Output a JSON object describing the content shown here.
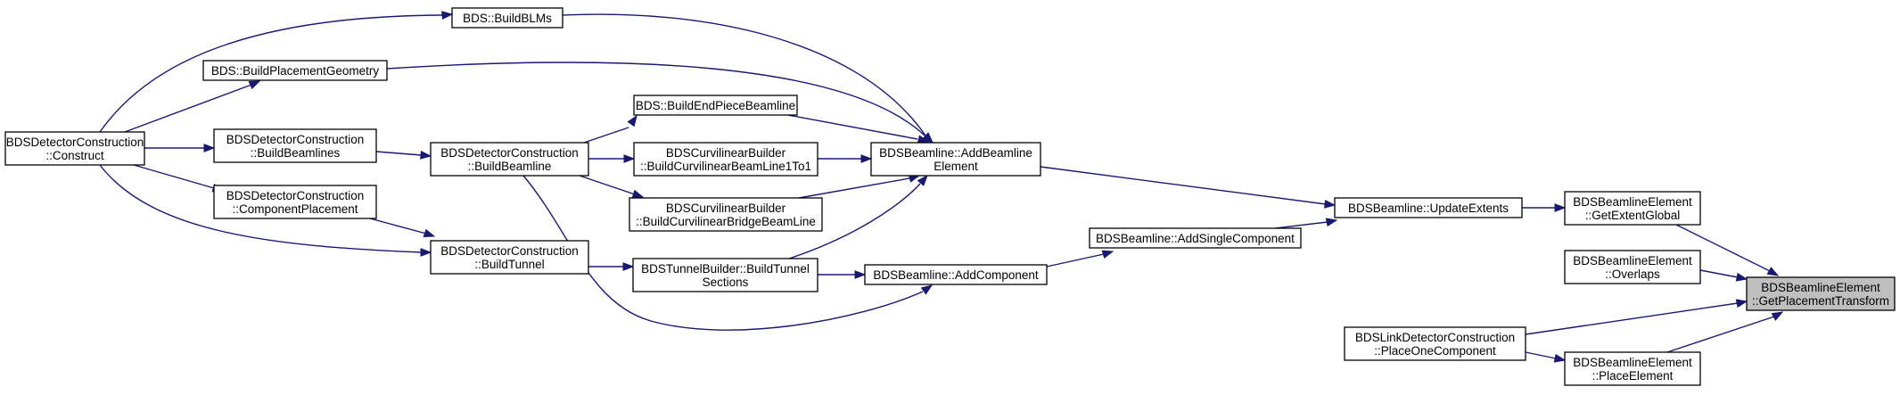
{
  "graph": {
    "type": "caller-graph",
    "colors": {
      "edge": "#191970",
      "node_border": "#000000",
      "node_fill": "#ffffff",
      "focus_fill": "#bfbfbf"
    },
    "nodes": [
      {
        "id": "n1",
        "lines": [
          "BDSDetectorConstruction",
          "::Construct"
        ]
      },
      {
        "id": "n2",
        "lines": [
          "BDS::BuildBLMs"
        ]
      },
      {
        "id": "n3",
        "lines": [
          "BDS::BuildPlacementGeometry"
        ]
      },
      {
        "id": "n4",
        "lines": [
          "BDSDetectorConstruction",
          "::BuildBeamlines"
        ]
      },
      {
        "id": "n5",
        "lines": [
          "BDSDetectorConstruction",
          "::ComponentPlacement"
        ]
      },
      {
        "id": "n6",
        "lines": [
          "BDSDetectorConstruction",
          "::BuildBeamline"
        ]
      },
      {
        "id": "n7",
        "lines": [
          "BDSDetectorConstruction",
          "::BuildTunnel"
        ]
      },
      {
        "id": "n8",
        "lines": [
          "BDS::BuildEndPieceBeamline"
        ]
      },
      {
        "id": "n9",
        "lines": [
          "BDSCurvilinearBuilder",
          "::BuildCurvilinearBeamLine1To1"
        ]
      },
      {
        "id": "n10",
        "lines": [
          "BDSCurvilinearBuilder",
          "::BuildCurvilinearBridgeBeamLine"
        ]
      },
      {
        "id": "n11",
        "lines": [
          "BDSTunnelBuilder::BuildTunnel",
          "Sections"
        ]
      },
      {
        "id": "n12",
        "lines": [
          "BDSBeamline::AddBeamline",
          "Element"
        ]
      },
      {
        "id": "n13",
        "lines": [
          "BDSBeamline::AddComponent"
        ]
      },
      {
        "id": "n14",
        "lines": [
          "BDSBeamline::AddSingleComponent"
        ]
      },
      {
        "id": "n15",
        "lines": [
          "BDSBeamline::UpdateExtents"
        ]
      },
      {
        "id": "n16",
        "lines": [
          "BDSLinkDetectorConstruction",
          "::PlaceOneComponent"
        ]
      },
      {
        "id": "n17",
        "lines": [
          "BDSBeamlineElement",
          "::GetExtentGlobal"
        ]
      },
      {
        "id": "n18",
        "lines": [
          "BDSBeamlineElement",
          "::Overlaps"
        ]
      },
      {
        "id": "n19",
        "lines": [
          "BDSBeamlineElement",
          "::PlaceElement"
        ]
      },
      {
        "id": "n20",
        "lines": [
          "BDSBeamlineElement",
          "::GetPlacementTransform"
        ],
        "focus": true
      }
    ],
    "edges": [
      {
        "from": "n1",
        "to": "n2"
      },
      {
        "from": "n1",
        "to": "n3"
      },
      {
        "from": "n1",
        "to": "n4"
      },
      {
        "from": "n1",
        "to": "n5"
      },
      {
        "from": "n1",
        "to": "n7"
      },
      {
        "from": "n4",
        "to": "n6"
      },
      {
        "from": "n5",
        "to": "n7"
      },
      {
        "from": "n6",
        "to": "n8"
      },
      {
        "from": "n6",
        "to": "n9"
      },
      {
        "from": "n6",
        "to": "n10"
      },
      {
        "from": "n6",
        "to": "n13"
      },
      {
        "from": "n7",
        "to": "n11"
      },
      {
        "from": "n2",
        "to": "n12"
      },
      {
        "from": "n3",
        "to": "n12"
      },
      {
        "from": "n8",
        "to": "n12"
      },
      {
        "from": "n9",
        "to": "n12"
      },
      {
        "from": "n10",
        "to": "n12"
      },
      {
        "from": "n11",
        "to": "n12"
      },
      {
        "from": "n11",
        "to": "n13"
      },
      {
        "from": "n13",
        "to": "n14"
      },
      {
        "from": "n12",
        "to": "n15"
      },
      {
        "from": "n14",
        "to": "n15"
      },
      {
        "from": "n15",
        "to": "n17"
      },
      {
        "from": "n17",
        "to": "n20"
      },
      {
        "from": "n18",
        "to": "n20"
      },
      {
        "from": "n16",
        "to": "n20"
      },
      {
        "from": "n19",
        "to": "n20"
      },
      {
        "from": "n16",
        "to": "n19"
      }
    ]
  }
}
